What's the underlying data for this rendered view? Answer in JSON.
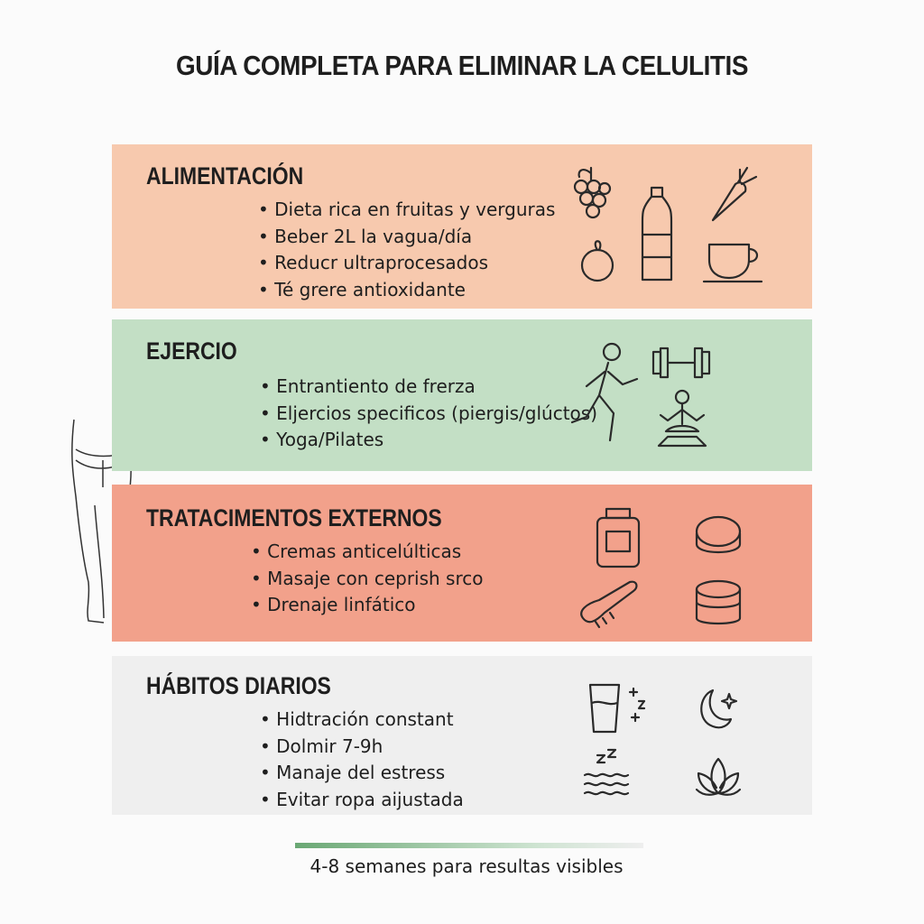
{
  "title": "GUÍA COMPLETA PARA ELIMINAR LA CELULITIS",
  "sections": [
    {
      "heading": "ALIMENTACIÓN",
      "items": [
        "Dieta rica en fruitas y verguras",
        "Beber 2L la vagua/día",
        "Reducr ultraprocesados",
        "Té grere antioxidante"
      ],
      "icons": [
        "grapes-icon",
        "water-bottle-icon",
        "carrot-icon",
        "fruit-icon",
        "tea-cup-icon"
      ],
      "color": "#f7c9ae"
    },
    {
      "heading": "EJERCIO",
      "items": [
        "Entrantiento de frerza",
        "Eljercios specificos (piergis/glúctos)",
        "Yoga/Pilates"
      ],
      "icons": [
        "running-person-icon",
        "dumbbell-icon",
        "yoga-icon"
      ],
      "color": "#c3dfc5"
    },
    {
      "heading": "TRATACIMENTOS EXTERNOS",
      "items": [
        "Cremas anticelúlticas",
        "Masaje con ceprish srco",
        "Drenaje linfático"
      ],
      "icons": [
        "cream-jar-icon",
        "scrub-bowl-icon",
        "brush-icon",
        "scrub-jar-icon"
      ],
      "color": "#f2a18b"
    },
    {
      "heading": "HÁBITOS DIARIOS",
      "items": [
        "Hidtración constant",
        "Dolmir 7-9h",
        "Manaje del estress",
        "Evitar ropa aijustada"
      ],
      "icons": [
        "water-glass-icon",
        "moon-icon",
        "sleep-waves-icon",
        "lotus-icon"
      ],
      "color": "#efefef"
    }
  ],
  "footer": {
    "text": "4-8 semanes para resultas visibles",
    "accent": "#6aa874"
  }
}
